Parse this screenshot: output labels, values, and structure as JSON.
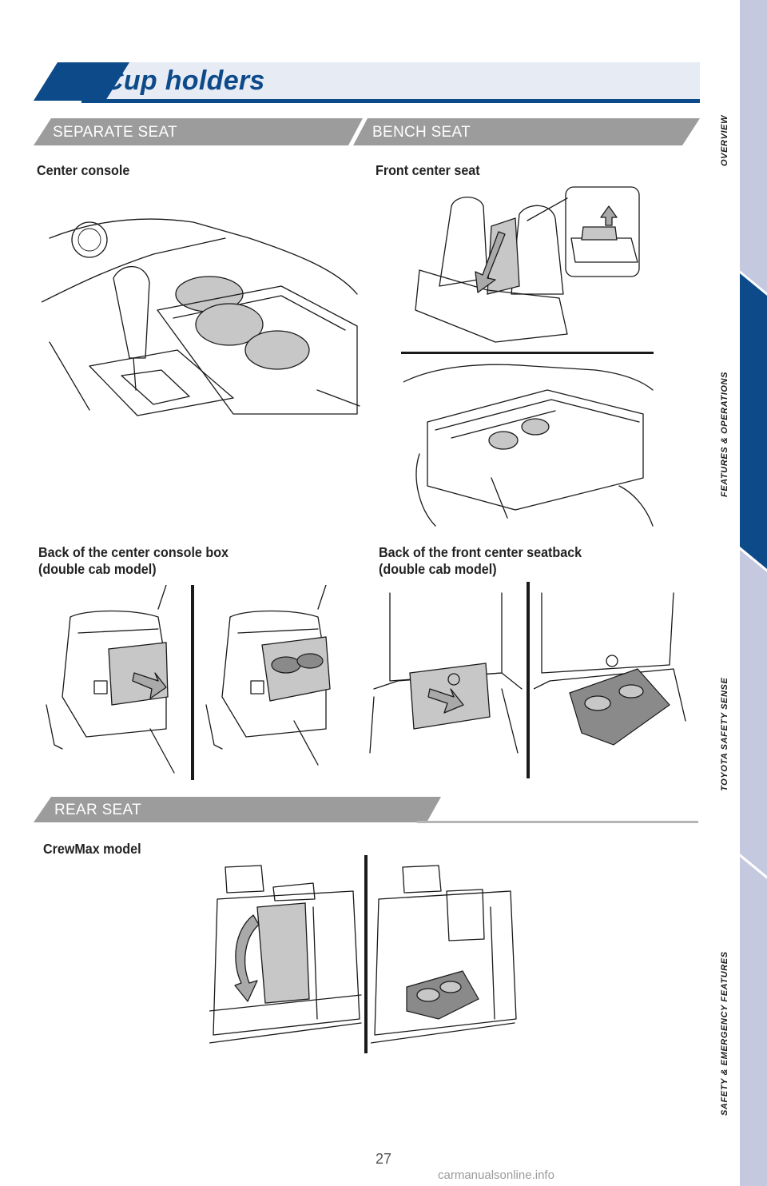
{
  "title": "Cup holders",
  "banners": {
    "separate_seat": "SEPARATE SEAT",
    "bench_seat": "BENCH SEAT",
    "rear_seat": "REAR SEAT"
  },
  "captions": {
    "center_console": "Center console",
    "front_center_seat": "Front center seat",
    "back_console_line1": "Back of the center console box",
    "back_console_line2": "(double cab model)",
    "back_seatback_line1": "Back of the front center seatback",
    "back_seatback_line2": "(double cab model)",
    "crewmax": "CrewMax model"
  },
  "sidebar": {
    "tabs": [
      {
        "label": "OVERVIEW",
        "active": false
      },
      {
        "label": "FEATURES & OPERATIONS",
        "active": true
      },
      {
        "label": "TOYOTA SAFETY SENSE",
        "active": false
      },
      {
        "label": "SAFETY & EMERGENCY FEATURES",
        "active": false
      }
    ],
    "active_color": "#0d4a8a",
    "inactive_color": "#c4c9e0"
  },
  "page_number": "27",
  "watermark": "carmanualsonline.info",
  "colors": {
    "brand_blue": "#0d4a8a",
    "banner_gray": "#9c9c9c",
    "title_bar_light": "#dde4f0"
  }
}
